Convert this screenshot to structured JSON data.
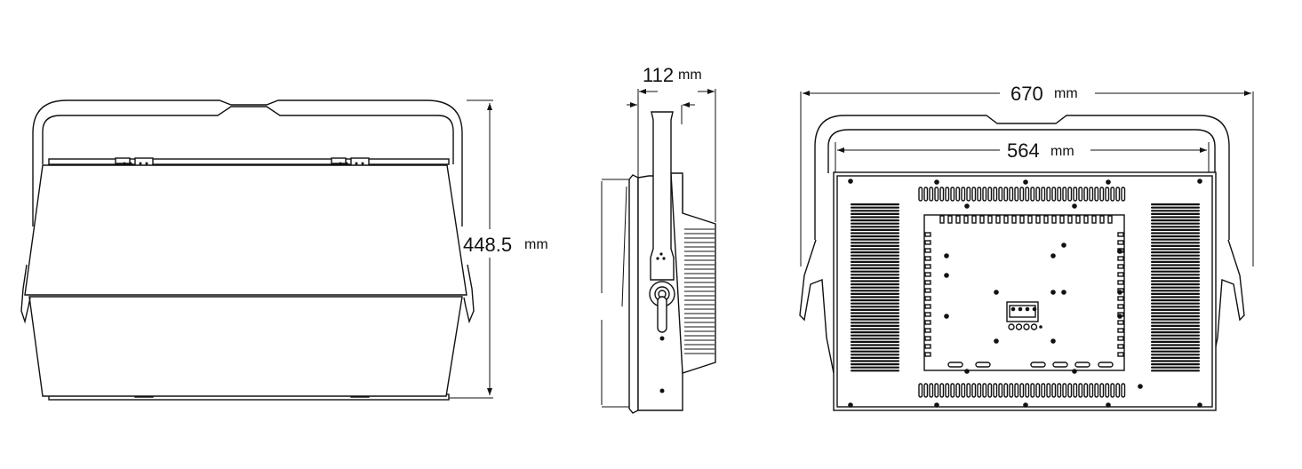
{
  "drawing": {
    "front_view": {
      "height_value": "448.5",
      "height_unit": "mm"
    },
    "side_view": {
      "depth_value": "112",
      "depth_unit": "mm"
    },
    "back_view": {
      "overall_width_value": "670",
      "overall_width_unit": "mm",
      "body_width_value": "564",
      "body_width_unit": "mm"
    }
  }
}
